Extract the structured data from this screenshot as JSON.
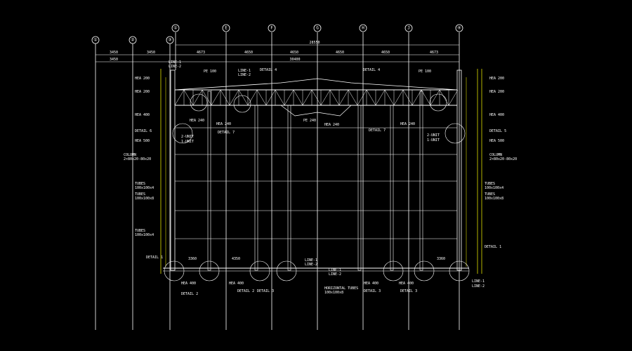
{
  "grid_bubbles": [
    "①",
    "②",
    "③",
    "E",
    "F",
    "G",
    "H",
    "J",
    "④"
  ],
  "dims": {
    "overall_top": "28550",
    "inner_top": "30400",
    "seg1": "3450",
    "seg2": "3450",
    "bays": [
      "4673",
      "4650",
      "4650",
      "4650",
      "4650",
      "4673"
    ],
    "bottom_left": "3360",
    "bottom_right": "3360",
    "bottom_mid": "4350"
  },
  "labels_left": {
    "hea1": "HEA 200",
    "hea2": "HEA 200",
    "hea3": "HEA 400",
    "detail6": "DETAIL 6",
    "hea4": "HEA 500",
    "column": "COLUMN",
    "column_size": "2×80x20-80x20",
    "tubes1": "TUBES",
    "tubes1_size": "100x100x4",
    "tubes2": "TUBES",
    "tubes2_size": "100x100x8",
    "tubes3": "TUBES",
    "tubes3_size": "100x100x4",
    "detail1": "DETAIL 1"
  },
  "labels_right": {
    "hea1": "HEA 200",
    "hea2": "HEA 200",
    "hea3": "HEA 400",
    "detail5": "DETAIL 5",
    "hea4": "HEA 500",
    "column": "COLUMN",
    "column_size": "2×80x20-80x20",
    "tubes1": "TUBES",
    "tubes1_size": "100x100x4",
    "tubes2": "TUBES",
    "tubes2_size": "100x100x8",
    "detail1": "DETAIL 1"
  },
  "labels_top": {
    "line1": "LINE-1",
    "line2": "LINE-2",
    "pe_left": "PE 100",
    "pe_right": "PE 100",
    "detail4a": "DETAIL 4",
    "detail4b": "DETAIL 4"
  },
  "labels_mid": {
    "hea240_l": "HEA 240",
    "hea240_r": "HEA 240",
    "hea_mid": "HEA 240",
    "pe_mid": "PE 240",
    "detail7_l": "DETAIL 7",
    "detail7_r": "DETAIL 7",
    "unit2_l": "2-UNIT",
    "unit1_l": "1-UNIT",
    "unit2_r": "2-UNIT",
    "unit1_r": "1-UNIT"
  },
  "labels_bottom": {
    "hea400_1": "HEA 400",
    "hea400_2": "HEA 400",
    "hea400_3": "HEA 400",
    "hea400_4": "HEA 400",
    "detail2a": "DETAIL 2",
    "detail2b": "DETAIL 2",
    "detail3a": "DETAIL 3",
    "detail3b": "DETAIL 3",
    "horizontal": "HORIZONTAL TUBES",
    "horizontal_size": "100x100x8",
    "line1": "LINE-1",
    "line2": "LINE-2",
    "line1b": "LINE-1",
    "line2b": "LINE-2",
    "line1r": "LINE-1",
    "line2r": "LINE-2"
  }
}
